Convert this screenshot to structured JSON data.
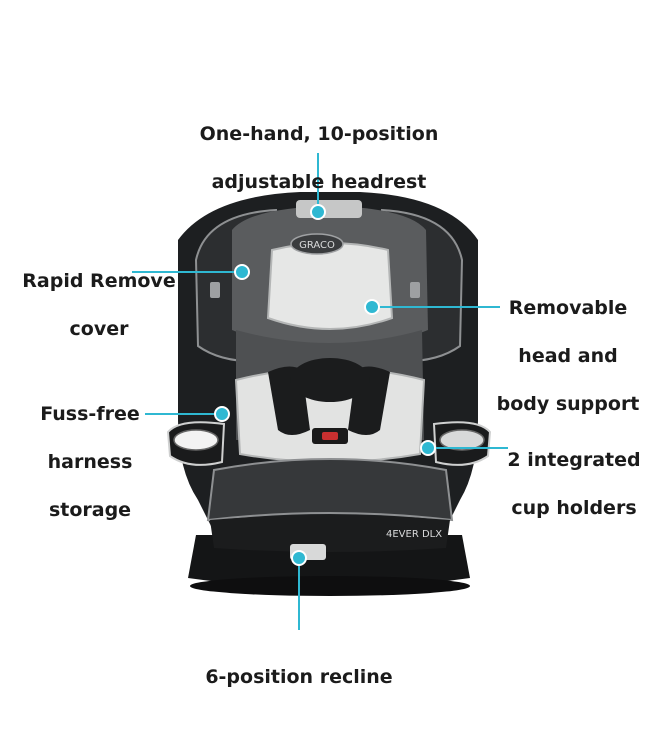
{
  "callouts": {
    "headrest": [
      "One-hand, 10-position",
      "adjustable headrest"
    ],
    "rapid_remove": [
      "Rapid Remove",
      "cover"
    ],
    "removable_support": [
      "Removable",
      "head and",
      "body support"
    ],
    "harness_storage": [
      "Fuss-free",
      "harness",
      "storage"
    ],
    "cup_holders": [
      "2 integrated",
      "cup holders"
    ],
    "recline": [
      "6-position recline"
    ]
  },
  "seat": {
    "brand_logo": "GRACO",
    "model_name": "4EVER DLX"
  },
  "colors": {
    "accent": "#2fb8d2",
    "seat_dark": "#1d1f21",
    "seat_grey": "#5a5c5e",
    "seat_light": "#e6e7e6"
  }
}
